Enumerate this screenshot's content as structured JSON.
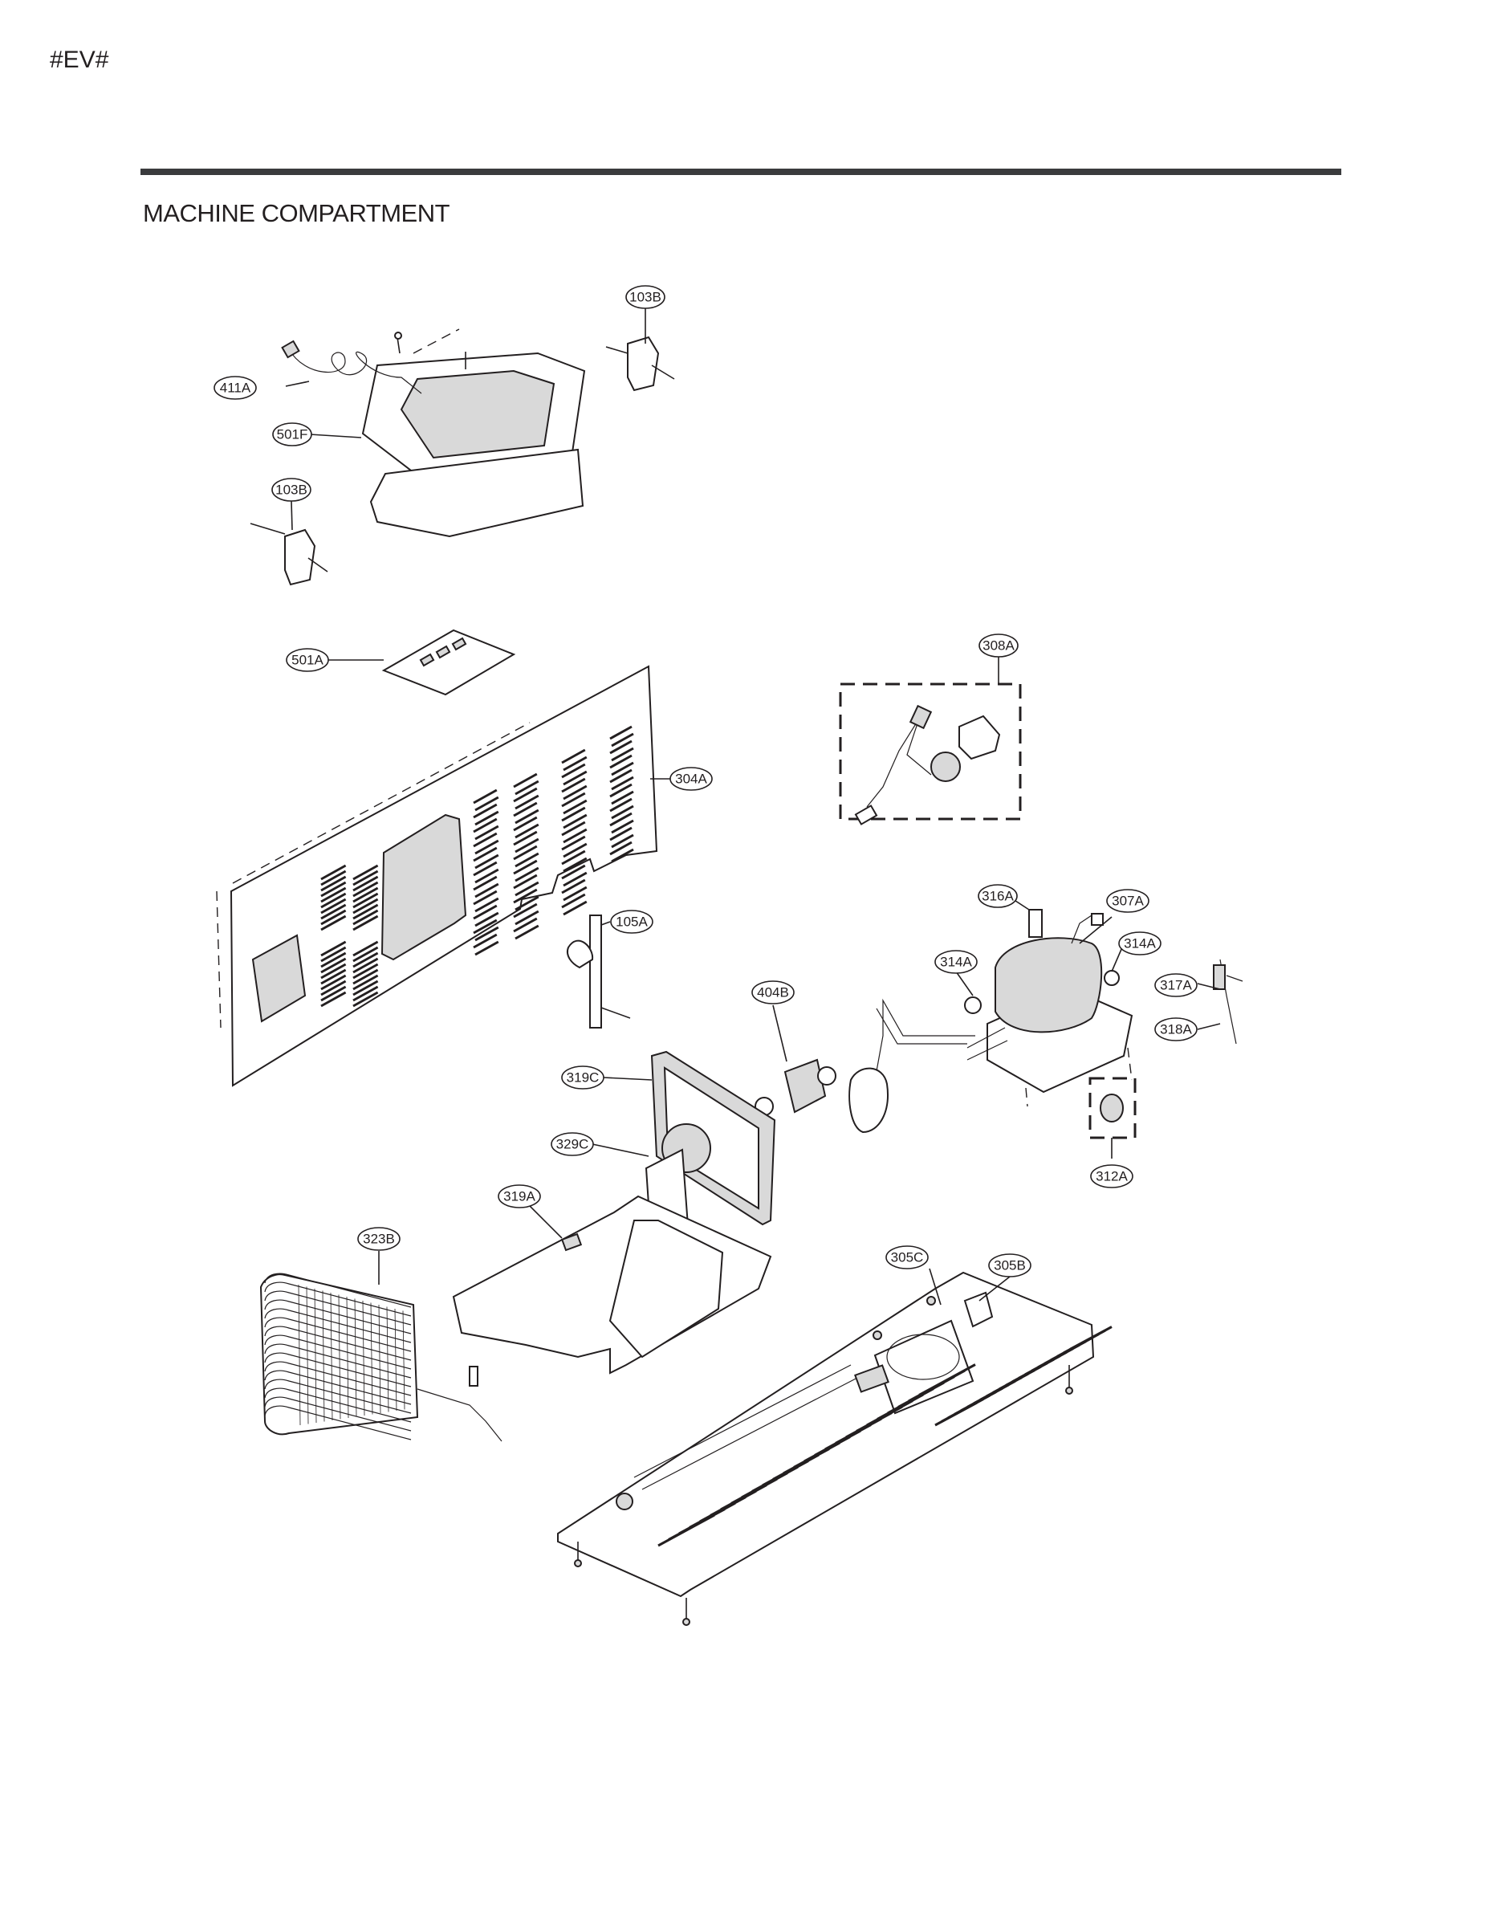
{
  "header": {
    "model_code": "#EV#",
    "section_title": "MACHINE COMPARTMENT"
  },
  "callouts": {
    "c103b_top": "103B",
    "c411a": "411A",
    "c501f": "501F",
    "c103b_left": "103B",
    "c501a": "501A",
    "c304a": "304A",
    "c308a": "308A",
    "c316a": "316A",
    "c307a": "307A",
    "c314a_right": "314A",
    "c314a_left": "314A",
    "c317a": "317A",
    "c318a": "318A",
    "c105a": "105A",
    "c404b": "404B",
    "c319c": "319C",
    "c329c": "329C",
    "c319a": "319A",
    "c323b": "323B",
    "c312a": "312A",
    "c305c": "305C",
    "c305b": "305B"
  }
}
